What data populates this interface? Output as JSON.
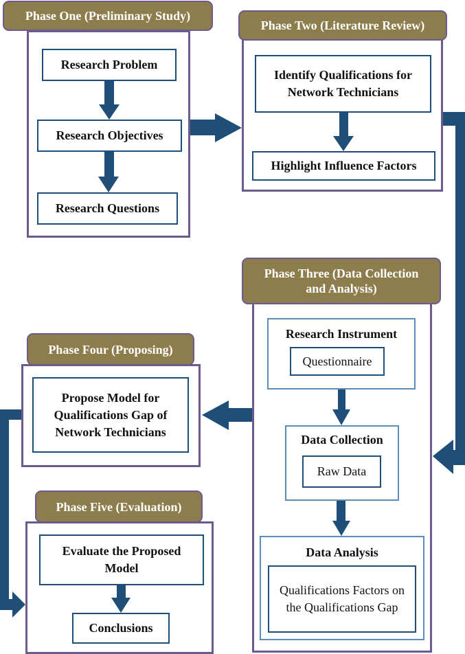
{
  "colors": {
    "header_fill": "#8d7d4c",
    "frame_border": "#6b5a8e",
    "arrow": "#1f4e79",
    "box_border": "#1f4e79",
    "box_border_light": "#5b8db8"
  },
  "phases": [
    {
      "title": "Phase One (Preliminary Study)",
      "steps": [
        "Research Problem",
        "Research Objectives",
        "Research Questions"
      ]
    },
    {
      "title": "Phase Two (Literature Review)",
      "steps": [
        "Identify Qualifications for Network Technicians",
        "Highlight Influence Factors"
      ]
    },
    {
      "title": "Phase Three (Data Collection and Analysis)",
      "steps": [
        {
          "title": "Research Instrument",
          "detail": "Questionnaire"
        },
        {
          "title": "Data Collection",
          "detail": "Raw Data"
        },
        {
          "title": "Data Analysis",
          "detail": "Qualifications Factors on the Qualifications Gap"
        }
      ]
    },
    {
      "title": "Phase Four (Proposing)",
      "steps": [
        "Propose Model for Qualifications Gap of Network Technicians"
      ]
    },
    {
      "title": "Phase Five (Evaluation)",
      "steps": [
        "Evaluate the Proposed Model",
        "Conclusions"
      ]
    }
  ]
}
